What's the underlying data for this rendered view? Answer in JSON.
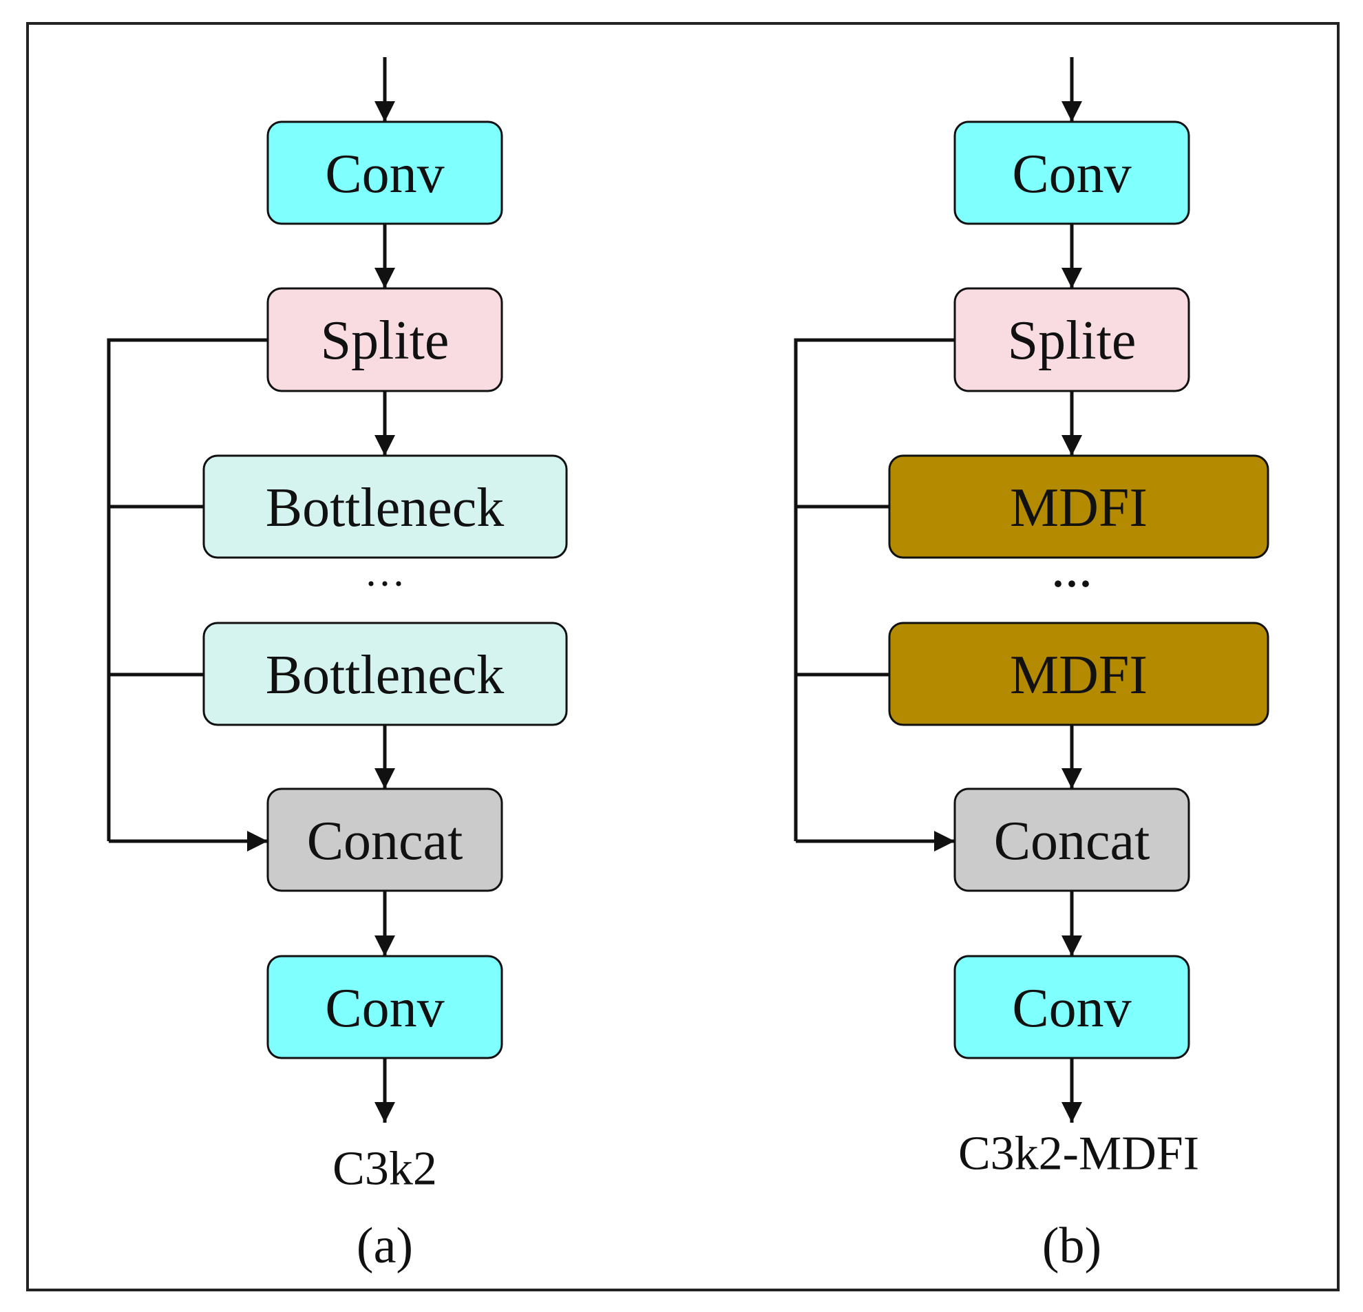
{
  "panels": [
    {
      "id": "a",
      "panel_label": "(a)",
      "caption": "C3k2",
      "blocks": {
        "conv_in": {
          "label": "Conv",
          "color": "#80FFFF"
        },
        "split": {
          "label": "Splite",
          "color": "#F9DCE1"
        },
        "module_1": {
          "label": "Bottleneck",
          "color": "#D5F3EF"
        },
        "ellipsis": "···",
        "module_2": {
          "label": "Bottleneck",
          "color": "#D5F3EF"
        },
        "concat": {
          "label": "Concat",
          "color": "#CBCBCB"
        },
        "conv_out": {
          "label": "Conv",
          "color": "#80FFFF"
        }
      }
    },
    {
      "id": "b",
      "panel_label": "(b)",
      "caption": "C3k2-MDFI",
      "blocks": {
        "conv_in": {
          "label": "Conv",
          "color": "#80FFFF"
        },
        "split": {
          "label": "Splite",
          "color": "#F9DCE1"
        },
        "module_1": {
          "label": "MDFI",
          "color": "#B38A00"
        },
        "ellipsis": "···",
        "module_2": {
          "label": "MDFI",
          "color": "#B38A00"
        },
        "concat": {
          "label": "Concat",
          "color": "#CBCBCB"
        },
        "conv_out": {
          "label": "Conv",
          "color": "#80FFFF"
        }
      }
    }
  ],
  "colors": {
    "border": "#222222",
    "line": "#111111"
  }
}
